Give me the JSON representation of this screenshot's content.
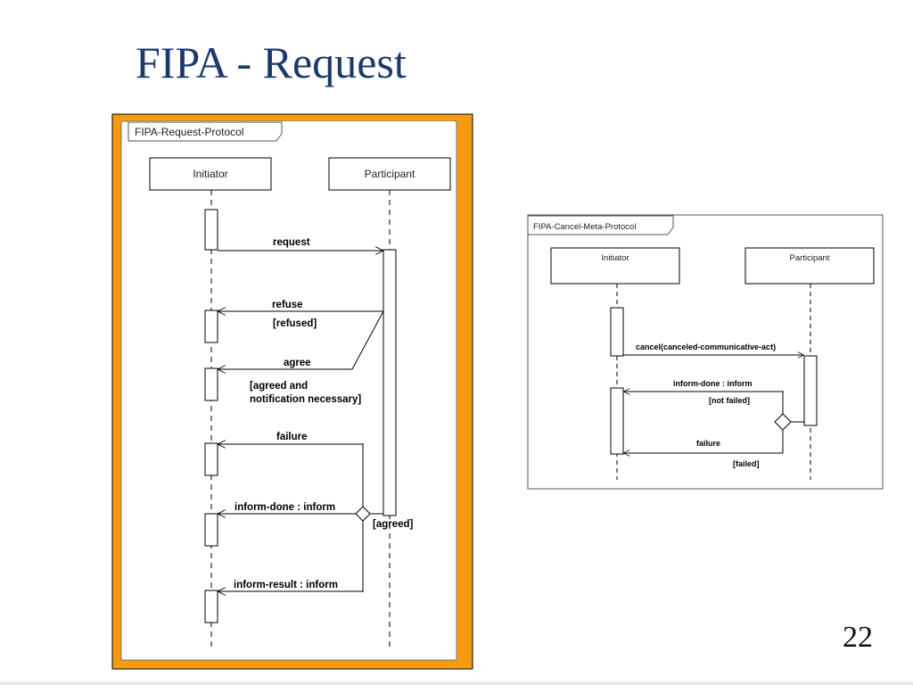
{
  "slide": {
    "title": "FIPA - Request",
    "page_number": "22"
  },
  "request_protocol": {
    "frame_label": "FIPA-Request-Protocol",
    "initiator": "Initiator",
    "participant": "Participant",
    "messages": {
      "request": "request",
      "refuse": "refuse",
      "agree": "agree",
      "failure": "failure",
      "inform_done": "inform-done : inform",
      "inform_result": "inform-result : inform"
    },
    "guards": {
      "refused": "[refused]",
      "agreed_line1": "[agreed and",
      "agreed_line2": "notification necessary]",
      "agreed": "[agreed]"
    },
    "colors": {
      "border": "#f39c12",
      "line": "#000000"
    }
  },
  "cancel_protocol": {
    "frame_label": "FIPA-Cancel-Meta-Protocol",
    "initiator": "Initiator",
    "participant": "Participant",
    "messages": {
      "cancel": "cancel(canceled-communicative-act)",
      "inform_done": "inform-done : inform",
      "failure": "failure"
    },
    "guards": {
      "not_failed": "[not failed]",
      "failed": "[failed]"
    }
  }
}
